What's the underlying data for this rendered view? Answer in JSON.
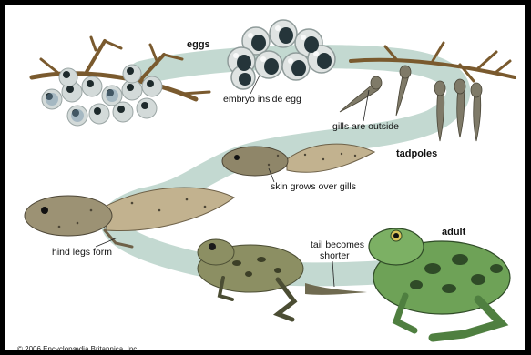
{
  "stages": {
    "eggs": "eggs",
    "tadpoles": "tadpoles",
    "adult": "adult"
  },
  "annotations": {
    "embryo": "embryo inside egg",
    "gills_outside": "gills are outside",
    "skin_grows": "skin grows over gills",
    "hind_legs": "hind legs form",
    "tail_line1": "tail becomes",
    "tail_line2": "shorter"
  },
  "credit": "© 2006 Encyclopædia Britannica, Inc.",
  "colors": {
    "cycle_path": "#bfd6cf",
    "twig": "#7a5a2e",
    "egg_jelly": "#d9dedd",
    "embryo": "#1e2a2c",
    "tadpole": "#b9a98a",
    "adult_frog": "#5e9a4c",
    "froglet": "#8c8f63"
  }
}
